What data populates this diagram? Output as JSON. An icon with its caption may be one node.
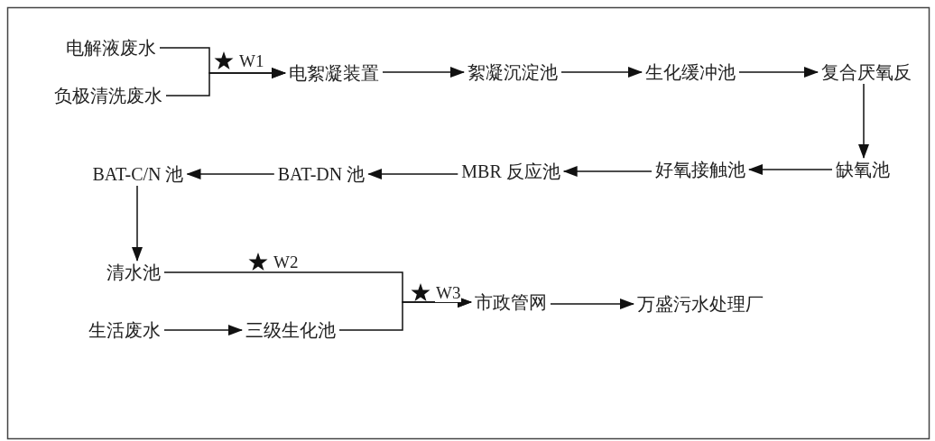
{
  "diagram": {
    "nodes": [
      {
        "text": [
          "电解液废水"
        ]
      },
      {
        "text": [
          "负极清洗废水"
        ]
      },
      {
        "text": [
          "电絮凝装置"
        ]
      },
      {
        "text": [
          "絮凝沉淀池"
        ]
      },
      {
        "text": [
          "生化缓冲池"
        ]
      },
      {
        "text": [
          "复合厌氧反"
        ]
      },
      {
        "text": [
          "缺氧池"
        ]
      },
      {
        "text": [
          "好氧接触池"
        ]
      },
      {
        "text": [
          "MBR 反应池"
        ]
      },
      {
        "text": [
          "BAT-DN 池"
        ]
      },
      {
        "text": [
          "BAT-C/N 池"
        ]
      },
      {
        "text": [
          "清水池"
        ]
      },
      {
        "text": [
          "生活废水"
        ]
      },
      {
        "text": [
          "三级生化池"
        ]
      },
      {
        "text": [
          "市政管网"
        ]
      },
      {
        "text": [
          "万盛污水处理厂"
        ]
      }
    ],
    "edges": [
      {
        "from": 0,
        "to": 2,
        "arrow": "to",
        "label": "W1"
      },
      {
        "from": 1,
        "to": 2,
        "arrow": "to"
      },
      {
        "from": 2,
        "to": 3,
        "arrow": "to"
      },
      {
        "from": 3,
        "to": 4,
        "arrow": "to"
      },
      {
        "from": 4,
        "to": 5,
        "arrow": "to"
      },
      {
        "from": 5,
        "to": 6,
        "arrow": "to"
      },
      {
        "from": 6,
        "to": 7,
        "arrow": "to"
      },
      {
        "from": 7,
        "to": 8,
        "arrow": "to"
      },
      {
        "from": 8,
        "to": 9,
        "arrow": "to"
      },
      {
        "from": 9,
        "to": 10,
        "arrow": "to"
      },
      {
        "from": 10,
        "to": 11,
        "arrow": "to"
      },
      {
        "from": 11,
        "to": 14,
        "arrow": "to",
        "label": "W2"
      },
      {
        "from": 12,
        "to": 13,
        "arrow": "to"
      },
      {
        "from": 13,
        "to": 14,
        "arrow": "to",
        "label": "W3"
      },
      {
        "from": 14,
        "to": 15,
        "arrow": "to"
      }
    ]
  }
}
